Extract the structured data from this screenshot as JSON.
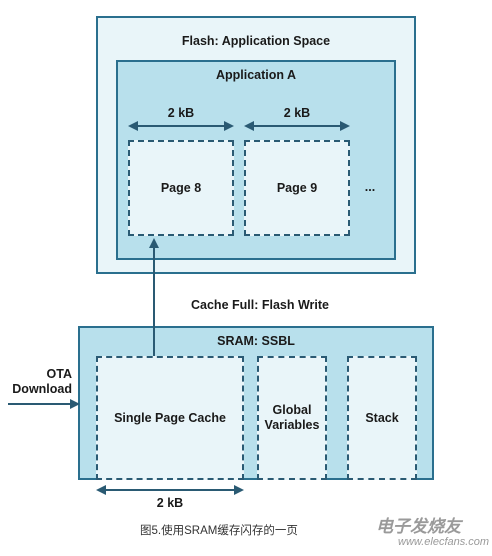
{
  "flash": {
    "title": "Flash: Application Space",
    "app": {
      "title": "Application A",
      "size_left": "2 kB",
      "size_right": "2 kB",
      "page_a": "Page 8",
      "page_b": "Page 9",
      "more": "..."
    }
  },
  "transfer_label": "Cache Full: Flash Write",
  "sram": {
    "title": "SRAM: SSBL",
    "cache": "Single Page Cache",
    "globals": "Global\nVariables",
    "stack": "Stack",
    "size": "2 kB"
  },
  "ota": {
    "label": "OTA\nDownload"
  },
  "caption": "图5.使用SRAM缓存闪存的一页",
  "watermark": "电子发烧友",
  "watermark_url": "www.elecfans.com",
  "colors": {
    "border": "#2a6f8e",
    "panel_dark": "#b8e0ec",
    "panel_light": "#e9f5f9",
    "arrow": "#2a5a73"
  }
}
